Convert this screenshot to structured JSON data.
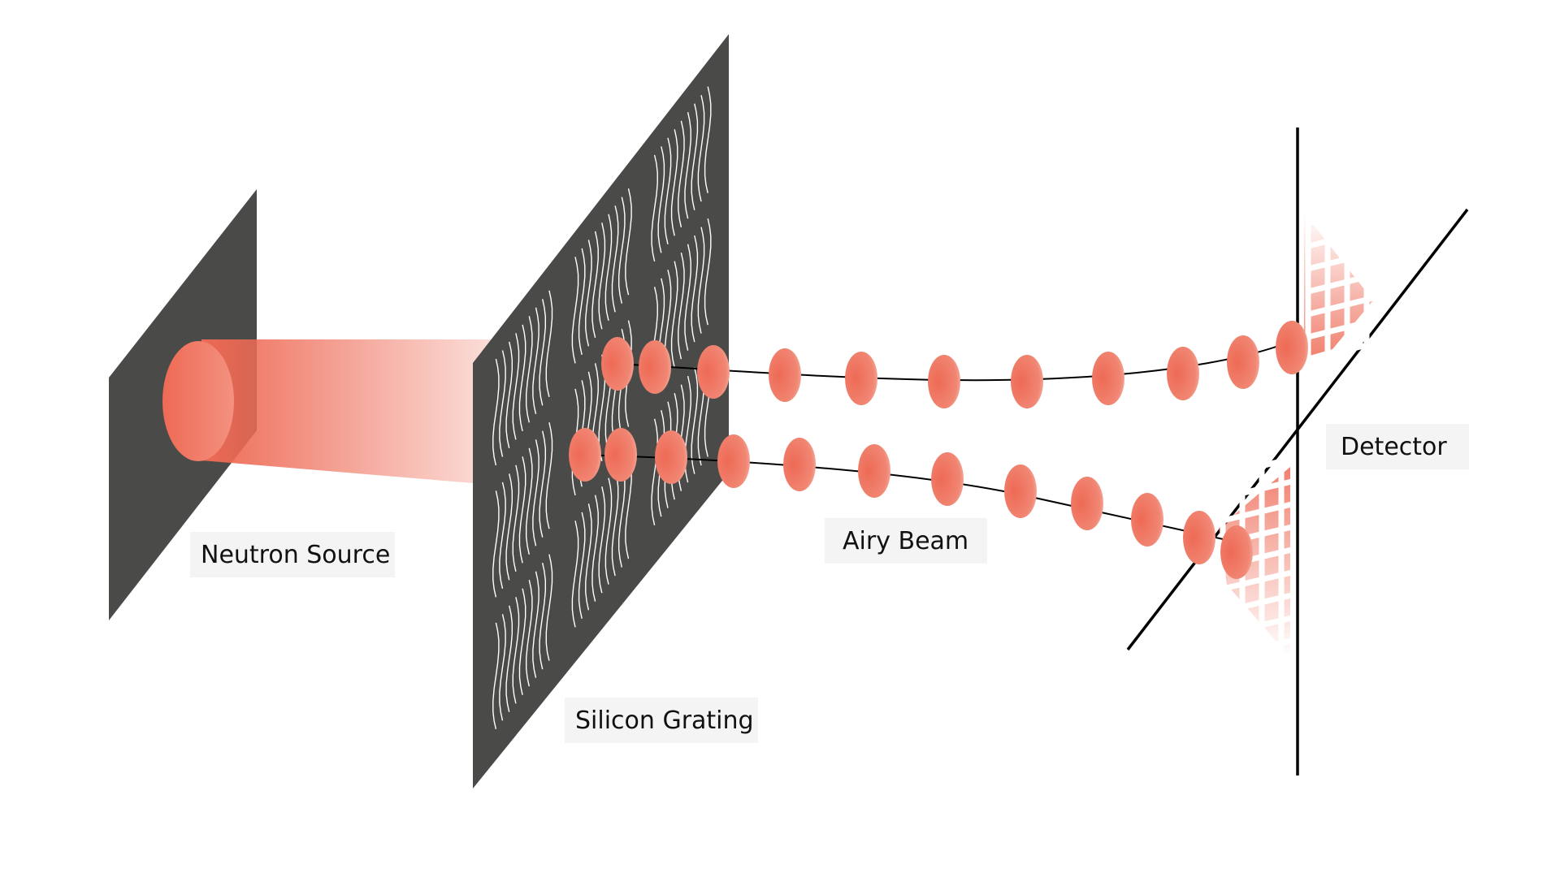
{
  "labels": {
    "neutron_source": "Neutron Source",
    "silicon_grating": "Silicon Grating",
    "airy_beam": "Airy Beam",
    "detector": "Detector"
  },
  "colors": {
    "panel": "#4a4a49",
    "beam": "#ee6a55",
    "line": "#000000",
    "label_bg": "#f4f4f4"
  }
}
